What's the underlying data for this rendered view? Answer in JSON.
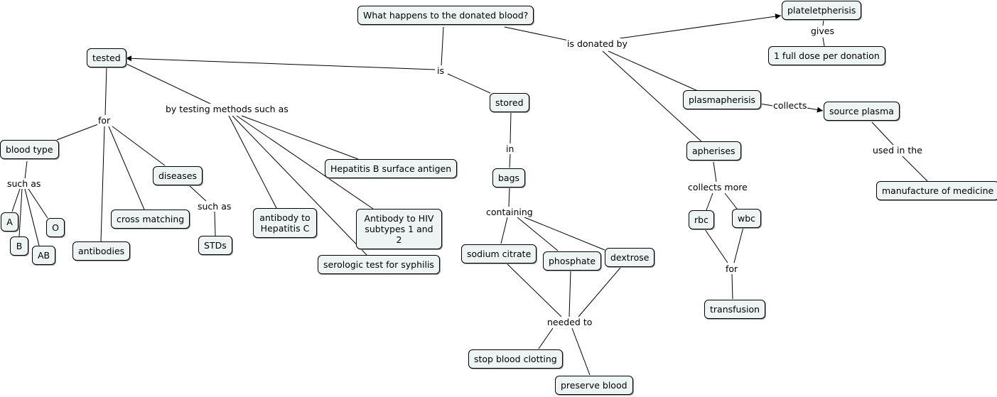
{
  "concepts": {
    "root": "What happens to the donated blood?",
    "tested": "tested",
    "stored": "stored",
    "plateletpherisis": "plateletpherisis",
    "full_dose": "1 full dose per donation",
    "plasmapherisis": "plasmapherisis",
    "source_plasma": "source plasma",
    "apherises": "apherises",
    "manufacture": "manufacture of medicine",
    "blood_type": "blood type",
    "diseases": "diseases",
    "cross_matching": "cross matching",
    "antibodies": "antibodies",
    "a": "A",
    "b": "B",
    "ab": "AB",
    "o": "O",
    "stds": "STDs",
    "hep_b": "Hepatitis B surface antigen",
    "hep_c": "antibody to\nHepatitis C",
    "hiv": "Antibody to HIV\nsubtypes 1 and 2",
    "syphilis": "serologic test for syphilis",
    "bags": "bags",
    "sodium_citrate": "sodium citrate",
    "phosphate": "phosphate",
    "dextrose": "dextrose",
    "stop_clotting": "stop blood clotting",
    "preserve": "preserve blood",
    "rbc": "rbc",
    "wbc": "wbc",
    "transfusion": "transfusion"
  },
  "links": {
    "is": "is",
    "is_donated_by": "is donated by",
    "gives": "gives",
    "collects": "collects",
    "used_in_the": "used in the",
    "for": "for",
    "by_testing": "by testing methods such as",
    "such_as_1": "such as",
    "such_as_2": "such as",
    "in": "in",
    "containing": "containing",
    "needed_to": "needed to",
    "collects_more": "collects more",
    "for_2": "for"
  },
  "colors": {
    "node_fill": "#eef3f4",
    "line": "#000000"
  }
}
